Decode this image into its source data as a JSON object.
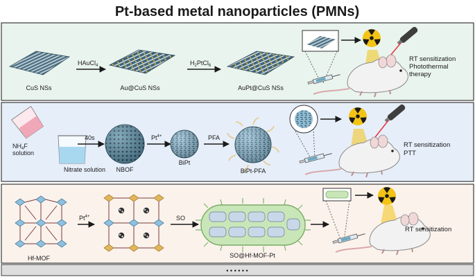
{
  "title": "Pt-based metal nanoparticles (PMNs)",
  "colors": {
    "panel1_bg": "#e9f4ee",
    "panel2_bg": "#e6eef9",
    "panel3_bg": "#fbf2ec",
    "border": "#3a3a3a",
    "sphere": "#5d8fa8",
    "radiation_yellow": "#f3c316",
    "laser_red": "#e8323c"
  },
  "panel1": {
    "cus_label": "CuS NSs",
    "step1_reagent": "HAuCl",
    "step1_sub": "4",
    "au_label": "Au@CuS NSs",
    "step2_reagent_a": "H",
    "step2_sub_a": "2",
    "step2_reagent_b": "PtCl",
    "step2_sub_b": "6",
    "aupt_label": "AuPt@CuS NSs",
    "outcome_1": "RT sensitization",
    "outcome_2": "Photothermal",
    "outcome_3": "therapy"
  },
  "panel2": {
    "nh4f_main": "NH",
    "nh4f_sub": "4",
    "nh4f_end": "F",
    "nh4f_line2": "solution",
    "nitrate_label": "Nitrate solution",
    "time_label": "40s",
    "nbof_label": "NBOF",
    "pt_main": "Pt",
    "pt_sup": "4+",
    "bipt_label": "BiPt",
    "pfa_label": "PFA",
    "biptpfa_label": "BiPt-PFA",
    "outcome_1": "RT sensitization",
    "outcome_2": "PTT"
  },
  "panel3": {
    "hfmof_label": "Hf-MOF",
    "pt_main": "Pt",
    "pt_sup": "4+",
    "so_label": "SO",
    "somof_label": "SO@Hf-MOF-Pt",
    "outcome_1": "RT sensitization"
  },
  "footer": {
    "ellipsis": "• • • • • •"
  }
}
